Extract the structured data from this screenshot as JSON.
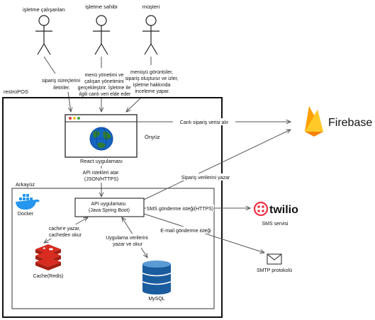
{
  "actors": {
    "staff": "işletme çalışanları",
    "owner": "işletme sahibi",
    "customer": "müşteri"
  },
  "notes": {
    "staff": [
      "sipariş süreçlerini",
      "iletiriler."
    ],
    "owner": [
      "menü yönetimi ve",
      "çalışan yönetimini",
      "gerçekleştirir. İşletme ile",
      "ilgili canlı veri elde eder"
    ],
    "customer": [
      "menüyü görüntüler,",
      "sipariş oluşturur ve izler,",
      "işletme hakkında",
      "inceleme yapar."
    ]
  },
  "system_label": "restroPOS",
  "frontend": {
    "section_label": "Önyüz",
    "app_label": "React uygulaması",
    "request_note": [
      "API istekleri atar",
      "(JSON/HTTPS)"
    ]
  },
  "backend": {
    "section_label": "Arkayüz",
    "docker_label": "Docker",
    "api_label": [
      "API uygulaması",
      "(Java Spring Boot)"
    ],
    "cache_note": [
      "cache'e yazar,",
      "cacheden okur"
    ],
    "cache_label": "Cache(Redis)",
    "db_note": [
      "Uygulama verilerini",
      "yazar ve okur"
    ],
    "db_label": "MySQL"
  },
  "external": {
    "firebase": "Firebase",
    "twilio": "twilio",
    "sms_label": "SMS servisi",
    "smtp_label": "SMTP protokolü"
  },
  "edges": {
    "live_order": "Canlı sipariş verisi alır",
    "write_order": "Sipariş verilerini yazar",
    "sms_request": "SMS gönderme isteği(HTTPS)",
    "email_request": "E-mail gönderme isteği"
  },
  "colors": {
    "firebase_orange": "#F6820D",
    "firebase_yellow": "#FFCA28",
    "twilio_red": "#F22F46",
    "redis_red": "#C6302B",
    "mysql_blue": "#1B5C9E",
    "docker_blue": "#2496ED",
    "globe_blue": "#1565C0",
    "globe_green": "#2E7D32"
  }
}
